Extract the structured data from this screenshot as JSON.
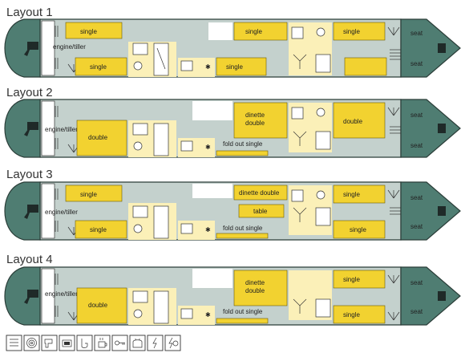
{
  "layouts": [
    {
      "title": "Layout 1",
      "labels": {
        "engine": "engine/tiller",
        "single_a": "single",
        "single_b": "single",
        "single_c": "single",
        "single_d": "single",
        "single_e": "single",
        "seat_top": "seat",
        "seat_bottom": "seat"
      }
    },
    {
      "title": "Layout 2",
      "labels": {
        "engine": "engine/tiller",
        "double_a": "double",
        "dinette": "dinette\ndouble",
        "double_b": "double",
        "fold_out": "fold out single",
        "seat_top": "seat",
        "seat_bottom": "seat"
      }
    },
    {
      "title": "Layout 3",
      "labels": {
        "engine": "engine/tiller",
        "single_a": "single",
        "single_b": "single",
        "dinette": "dinette double",
        "table": "table",
        "single_c": "single",
        "single_d": "single",
        "fold_out": "fold out single",
        "seat_top": "seat",
        "seat_bottom": "seat"
      }
    },
    {
      "title": "Layout 4",
      "labels": {
        "engine": "engine/tiller",
        "double_a": "double",
        "dinette": "dinette\ndouble",
        "single_a": "single",
        "single_b": "single",
        "fold_out": "fold out single",
        "seat_top": "seat",
        "seat_bottom": "seat"
      }
    }
  ],
  "legend_icons": [
    "radiator-icon",
    "spiral-heater-icon",
    "hair-dryer-icon",
    "tv-icon",
    "vacuum-icon",
    "kettle-icon",
    "key-icon",
    "toaster-icon",
    "electric-icon",
    "electric-hookup-icon"
  ]
}
